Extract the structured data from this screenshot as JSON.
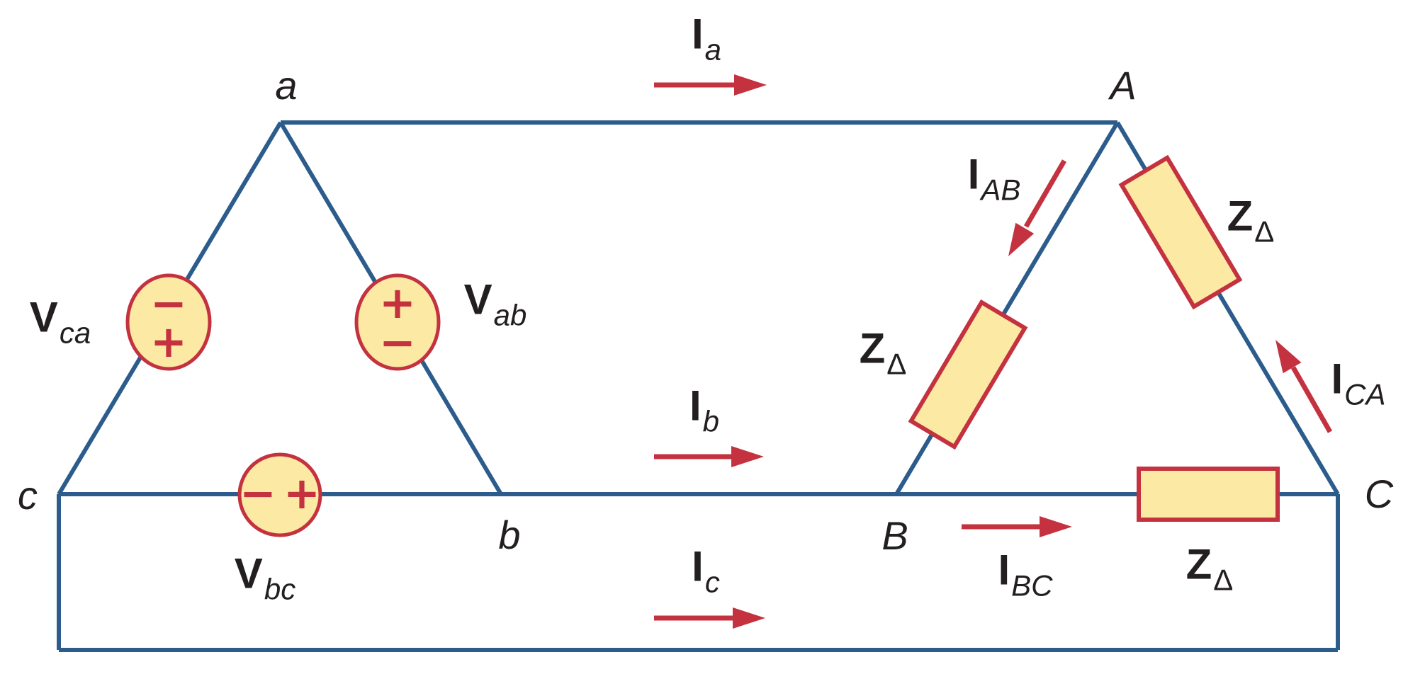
{
  "colors": {
    "wire_blue": "#2b5c8c",
    "accent_red": "#c43240",
    "component_fill": "#fce9a4",
    "text_dark": "#231f20"
  },
  "nodes": {
    "a": "a",
    "b": "b",
    "c": "c",
    "A": "A",
    "B": "B",
    "C": "C"
  },
  "sources": {
    "vca": {
      "label_main": "V",
      "label_sub": "ca",
      "sign_top": "−",
      "sign_bottom": "+"
    },
    "vab": {
      "label_main": "V",
      "label_sub": "ab",
      "sign_top": "+",
      "sign_bottom": "−"
    },
    "vbc": {
      "label_main": "V",
      "label_sub": "bc",
      "sign_left": "−",
      "sign_right": "+"
    }
  },
  "line_currents": {
    "ia": {
      "main": "I",
      "sub": "a"
    },
    "ib": {
      "main": "I",
      "sub": "b"
    },
    "ic": {
      "main": "I",
      "sub": "c"
    }
  },
  "phase_currents": {
    "iab": {
      "main": "I",
      "sub": "AB"
    },
    "ibc": {
      "main": "I",
      "sub": "BC"
    },
    "ica": {
      "main": "I",
      "sub": "CA"
    }
  },
  "impedances": {
    "zab": {
      "main": "Z",
      "sub": "Δ"
    },
    "zac": {
      "main": "Z",
      "sub": "Δ"
    },
    "zbc": {
      "main": "Z",
      "sub": "Δ"
    }
  }
}
